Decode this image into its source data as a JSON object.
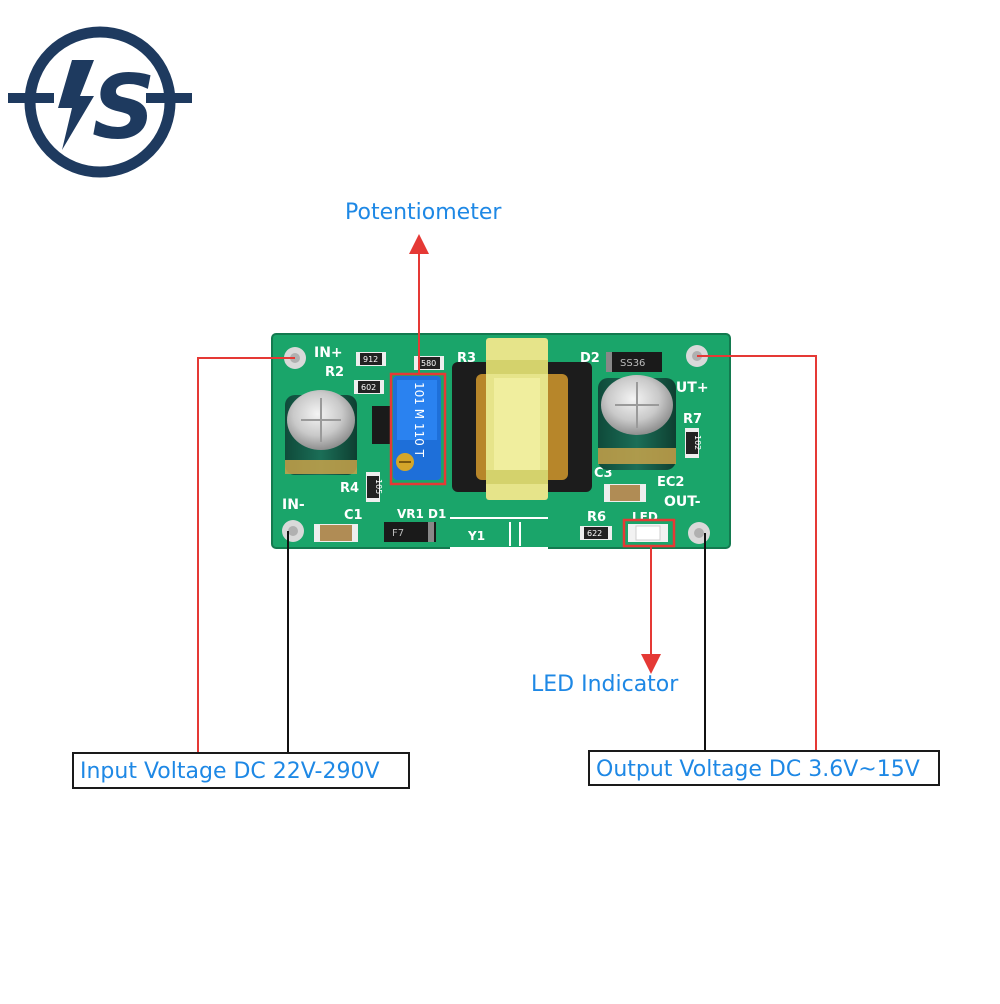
{
  "logo": {
    "text": "S",
    "color": "#1e3a5f"
  },
  "labels": {
    "potentiometer": "Potentiometer",
    "led_indicator": "LED Indicator",
    "input_voltage": "Input Voltage DC 22V-290V",
    "output_voltage": "Output Voltage DC 3.6V~15V"
  },
  "board": {
    "silkscreen": {
      "in_plus": "IN+",
      "in_minus": "IN-",
      "out_plus": "OUT+",
      "out_minus": "OUT-",
      "r2": "R2",
      "r3": "R3",
      "r4": "R4",
      "r6": "R6",
      "r7": "R7",
      "c1": "C1",
      "c3": "C3",
      "d1": "D1",
      "d2": "D2",
      "vr1": "VR1",
      "y1": "Y1",
      "ec2": "EC2",
      "led": "LED"
    },
    "chip_markings": {
      "r_top": "912",
      "r_mid": "602",
      "r_r3": "580",
      "r4": "105",
      "r6": "622",
      "r7": "102",
      "d2": "SS36",
      "d1": "F7",
      "pot": "101 M 110 T"
    }
  },
  "colors": {
    "accent": "#1e88e5",
    "arrow": "#e53935",
    "line": "#111111",
    "pcb": "#1aa56a",
    "logo": "#1e3a5f"
  }
}
